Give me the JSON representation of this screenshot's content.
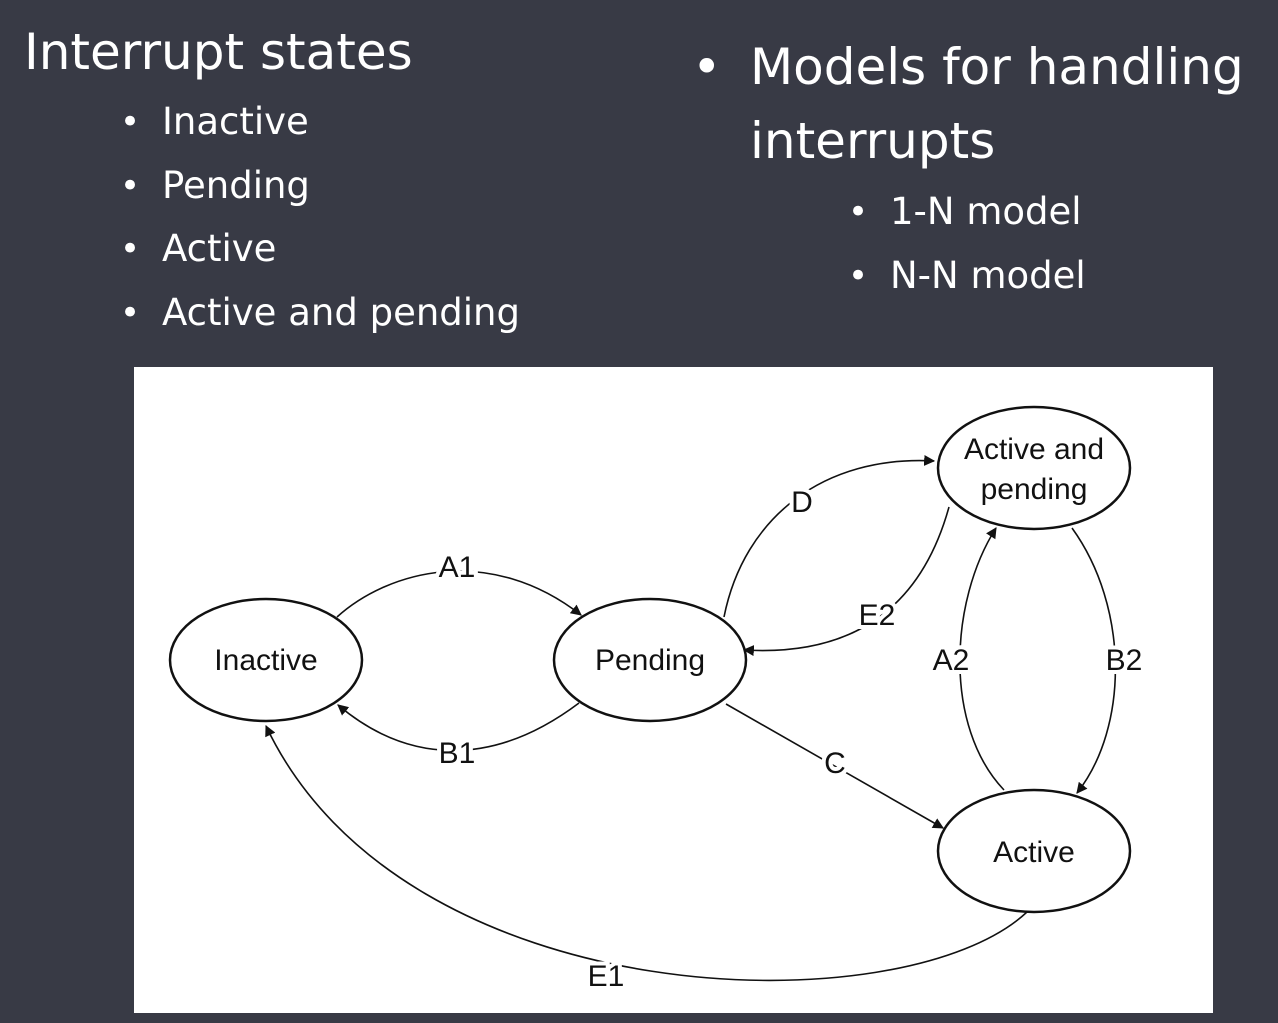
{
  "left": {
    "title": "Interrupt states",
    "items": [
      "Inactive",
      "Pending",
      "Active",
      "Active and pending"
    ]
  },
  "right": {
    "bullet": "•",
    "title": "Models for handling interrupts",
    "items": [
      "1-N model",
      "N-N model"
    ]
  },
  "diagram": {
    "states": {
      "inactive": "Inactive",
      "pending": "Pending",
      "active": "Active",
      "active_pending_line1": "Active and",
      "active_pending_line2": "pending"
    },
    "transitions": {
      "a1": "A1",
      "b1": "B1",
      "c": "C",
      "d": "D",
      "e1": "E1",
      "e2": "E2",
      "a2": "A2",
      "b2": "B2"
    }
  }
}
